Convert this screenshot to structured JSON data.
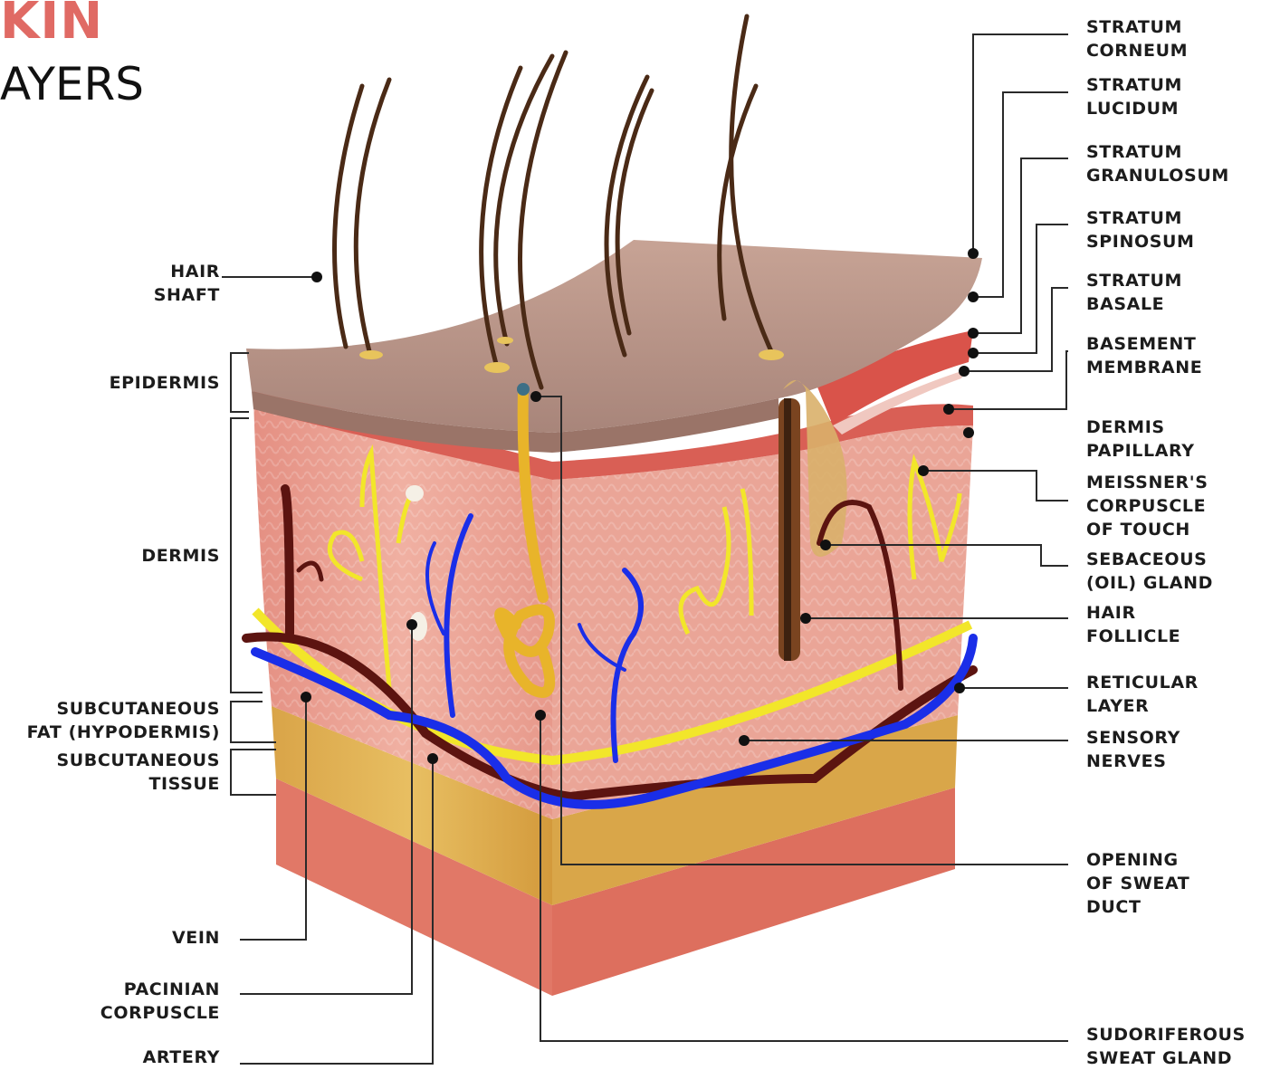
{
  "title": {
    "line1": "KIN",
    "line2": "AYERS"
  },
  "labels_left": {
    "hair_shaft": "HAIR\nSHAFT",
    "epidermis": "EPIDERMIS",
    "dermis": "DERMIS",
    "subcutaneous_fat": "SUBCUTANEOUS\nFAT (HYPODERMIS)",
    "subcutaneous_tissue": "SUBCUTANEOUS\nTISSUE",
    "vein": "VEIN",
    "pacinian_corpuscle": "PACINIAN\nCORPUSCLE",
    "artery": "ARTERY"
  },
  "labels_right": {
    "stratum_corneum": "STRATUM\nCORNEUM",
    "stratum_lucidum": "STRATUM\nLUCIDUM",
    "stratum_granulosum": "STRATUM\nGRANULOSUM",
    "stratum_spinosum": "STRATUM\nSPINOSUM",
    "stratum_basale": "STRATUM\nBASALE",
    "basement_membrane": "BASEMENT\nMEMBRANE",
    "dermis_papillary": "DERMIS\nPAPILLARY",
    "meissners_corpuscle": "MEISSNER'S\nCORPUSCLE\nOF TOUCH",
    "sebaceous_gland": "SEBACEOUS\n(OIL) GLAND",
    "hair_follicle": "HAIR\nFOLLICLE",
    "reticular_layer": "RETICULAR\nLAYER",
    "sensory_nerves": "SENSORY\nNERVES",
    "opening_sweat_duct": "OPENING\nOF SWEAT\nDUCT",
    "sudoriferous_gland": "SUDORIFEROUS\nSWEAT GLAND"
  },
  "colors": {
    "epidermis_top": "#b49182",
    "dermis": "#e9a293",
    "dermis_dark": "#d57f73",
    "fat": "#dcae4c",
    "hypodermis_red": "#e27a6d",
    "vein": "#1a2ee8",
    "artery": "#5c1410",
    "nerve": "#f2e62a",
    "sweat_gland": "#e8b42a",
    "hair": "#4a2a16",
    "title_accent": "#e06a64"
  }
}
